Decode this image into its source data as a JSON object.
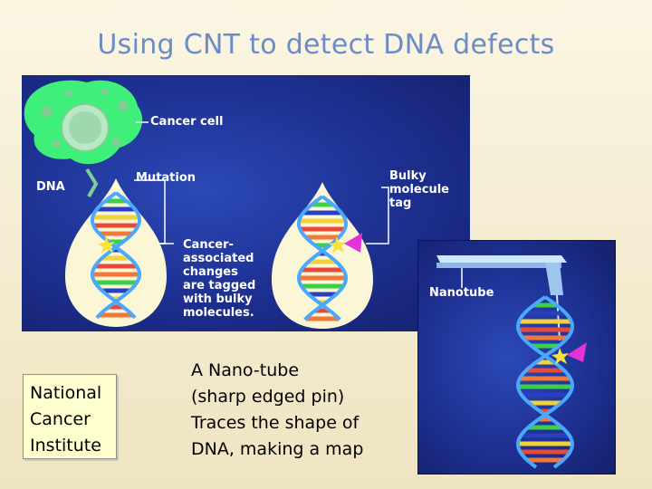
{
  "slide": {
    "title": "Using CNT to detect DNA defects",
    "source_box": [
      "National",
      "Cancer",
      "Institute"
    ],
    "caption_lines": [
      "A Nano-tube",
      "(sharp edged pin)",
      "Traces the shape of",
      "DNA, making a map"
    ]
  },
  "illustration": {
    "labels": {
      "cancer_cell": "Cancer cell",
      "dna": "DNA",
      "mutation": "Mutation",
      "bulky_tag": "Bulky\nmolecule\ntag",
      "cancer_changes": "Cancer-\nassociated\nchanges\nare tagged\nwith bulky\nmolecules.",
      "nanotube": "Nanotube"
    },
    "colors": {
      "background": "#1d2f8f",
      "cell": "#3ef07a",
      "drop": "#fbf7d6",
      "backbone": "#4aa8ff",
      "tag": "#e233d8",
      "mutation_star": "#f7e23a"
    }
  }
}
